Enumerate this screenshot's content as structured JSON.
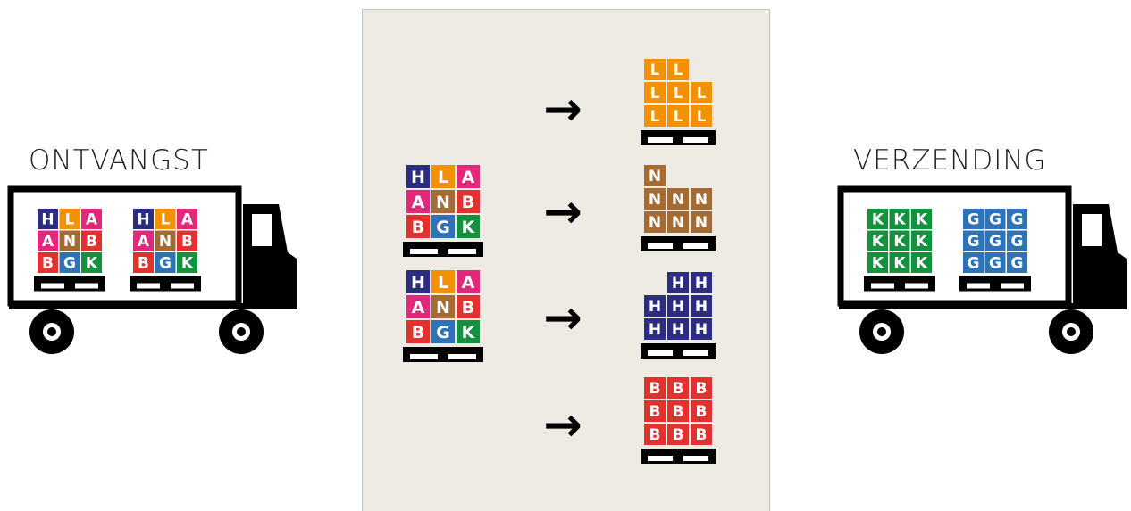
{
  "receiving": {
    "label": "ONTVANGST"
  },
  "shipping": {
    "label": "VERZENDING"
  },
  "colors": {
    "H": "#2c2c83",
    "L": "#f39200",
    "A": "#e2287a",
    "N": "#a66a33",
    "B": "#e3312f",
    "G": "#2e73b8",
    "K": "#13923d",
    "panel": "#eeebe5",
    "ink": "#000000"
  },
  "mixed_pallet": [
    [
      "H",
      "L",
      "A"
    ],
    [
      "A",
      "N",
      "B"
    ],
    [
      "B",
      "G",
      "K"
    ]
  ],
  "sorted_pallets": [
    {
      "rows": [
        [
          "L",
          "L",
          ""
        ],
        [
          "L",
          "L",
          "L"
        ],
        [
          "L",
          "L",
          "L"
        ]
      ]
    },
    {
      "rows": [
        [
          "N",
          "",
          ""
        ],
        [
          "N",
          "N",
          "N"
        ],
        [
          "N",
          "N",
          "N"
        ]
      ]
    },
    {
      "rows": [
        [
          "",
          "H",
          "H"
        ],
        [
          "H",
          "H",
          "H"
        ],
        [
          "H",
          "H",
          "H"
        ]
      ]
    },
    {
      "rows": [
        [
          "B",
          "B",
          "B"
        ],
        [
          "B",
          "B",
          "B"
        ],
        [
          "B",
          "B",
          "B"
        ]
      ]
    }
  ],
  "shipping_pallets": [
    [
      [
        "K",
        "K",
        "K"
      ],
      [
        "K",
        "K",
        "K"
      ],
      [
        "K",
        "K",
        "K"
      ]
    ],
    [
      [
        "G",
        "G",
        "G"
      ],
      [
        "G",
        "G",
        "G"
      ],
      [
        "G",
        "G",
        "G"
      ]
    ]
  ],
  "arrow_glyph": "→"
}
